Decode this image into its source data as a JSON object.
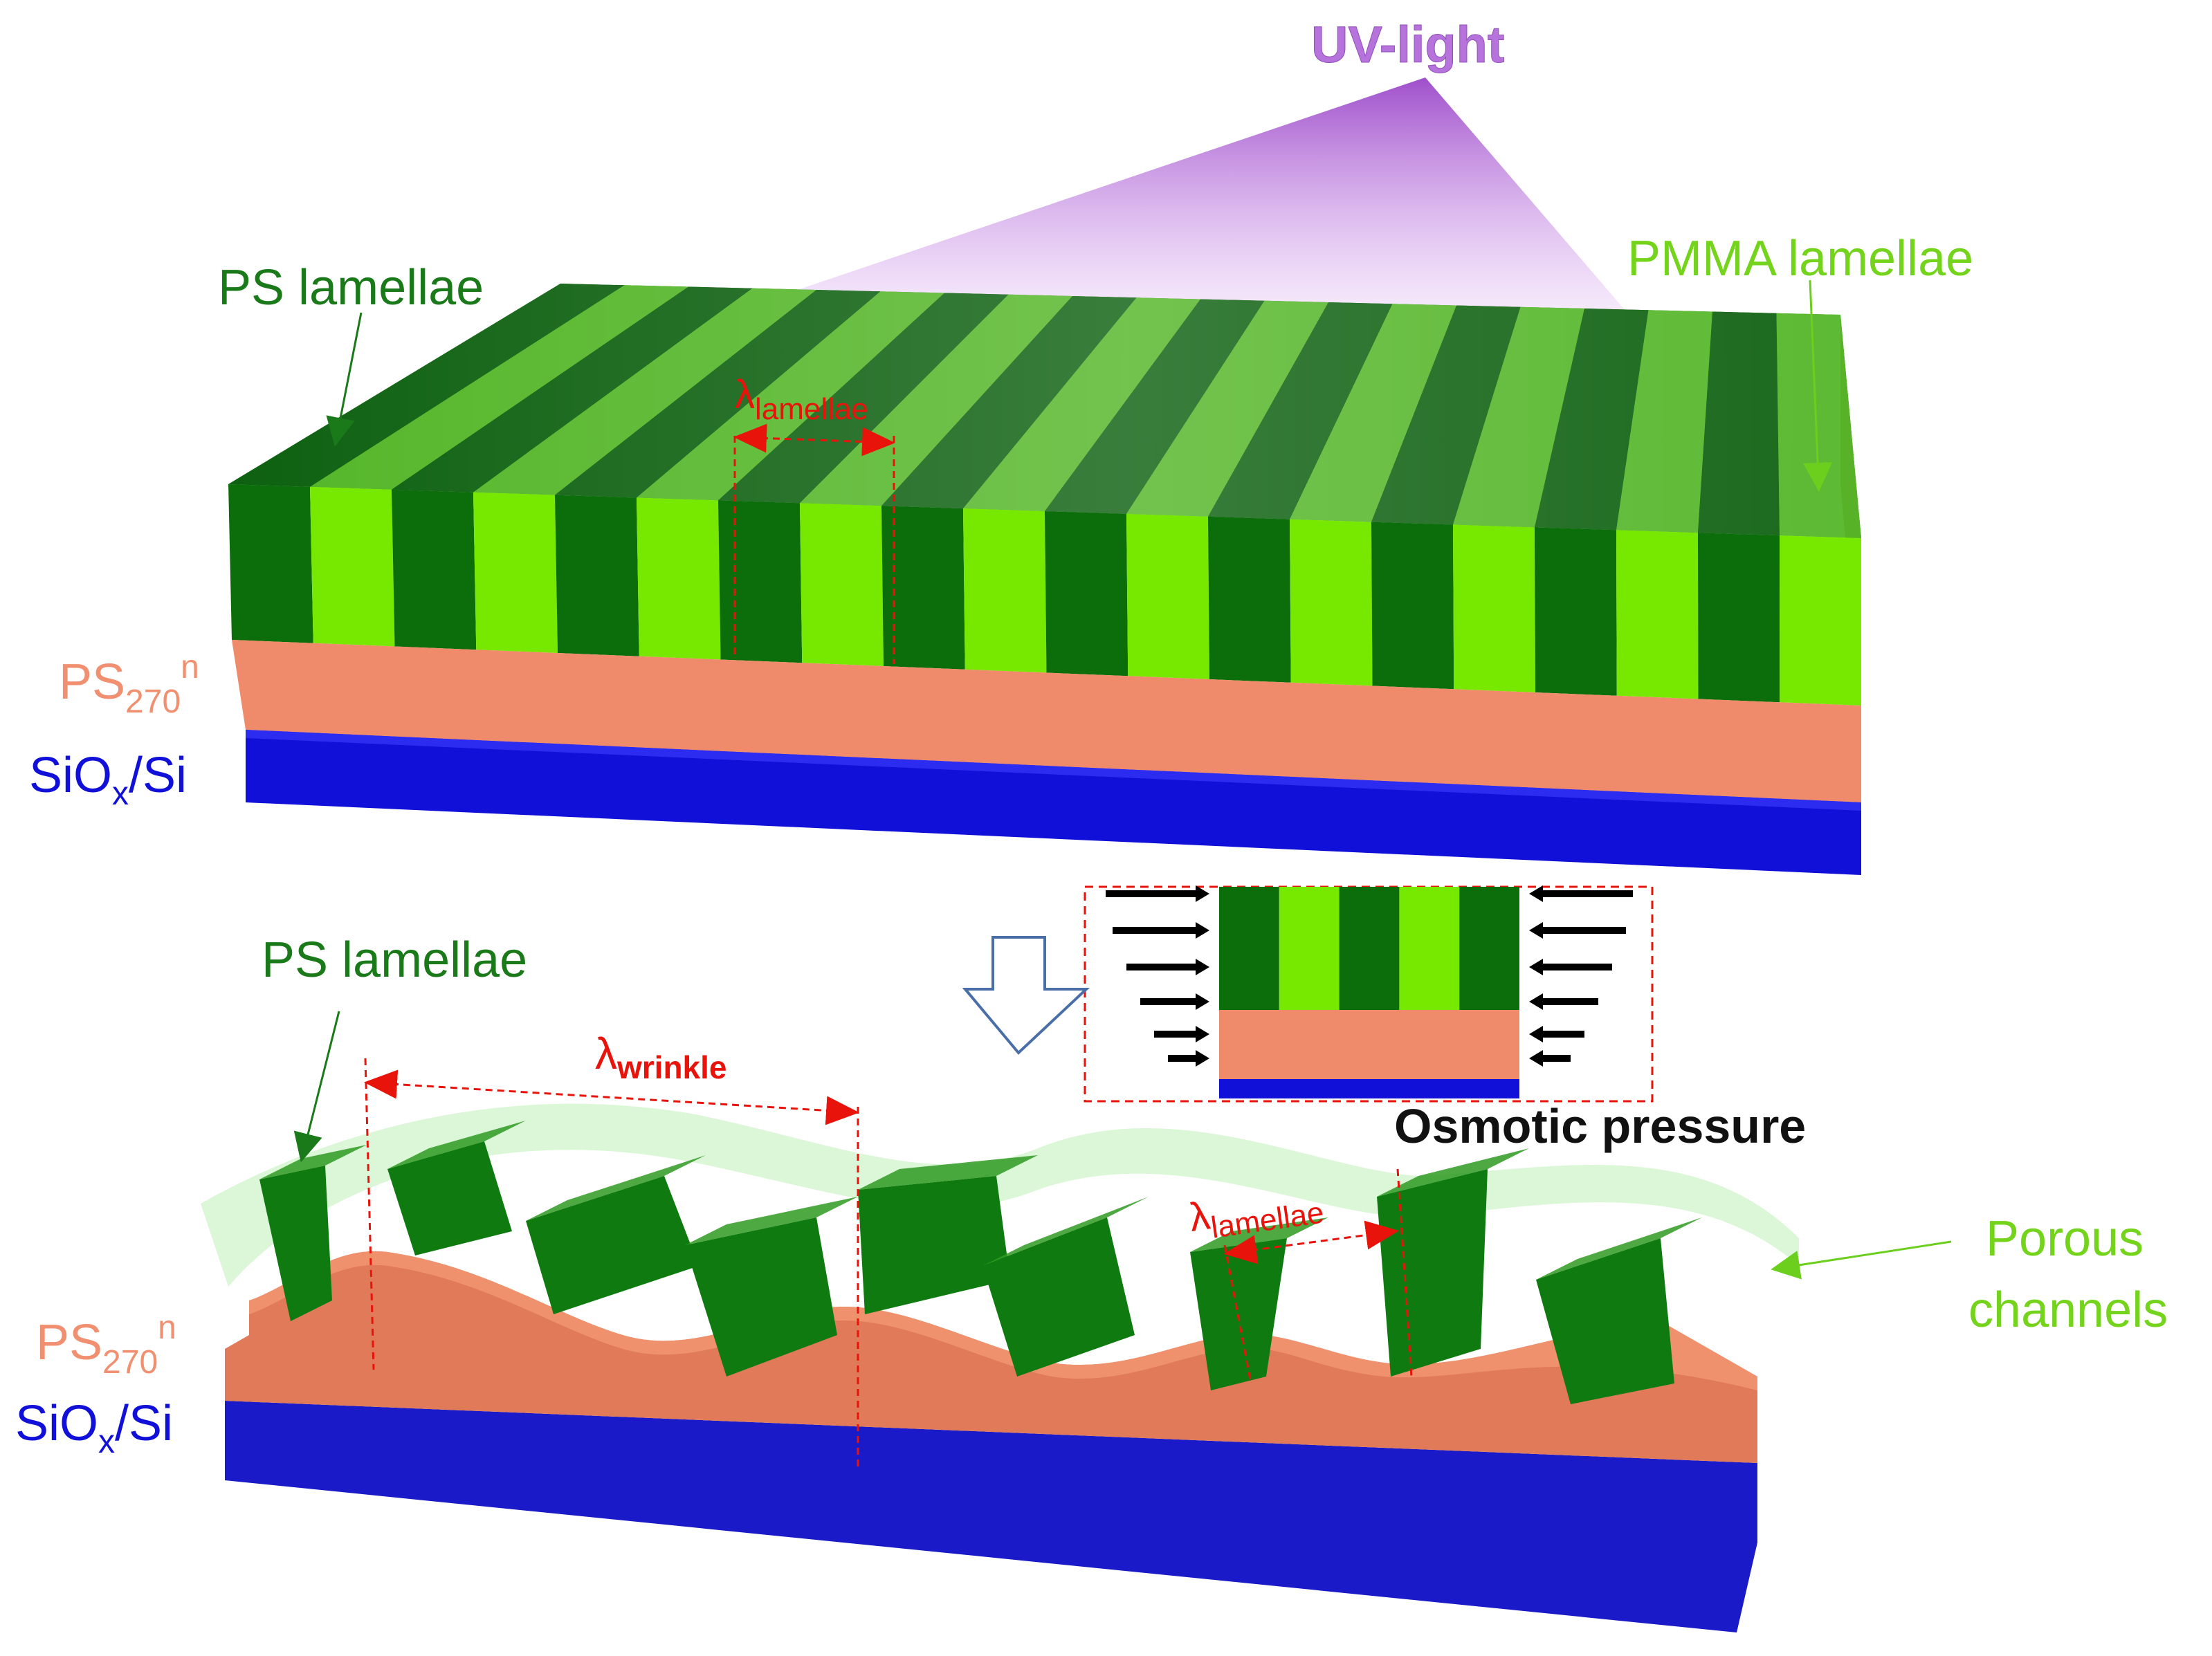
{
  "labels": {
    "uv_light": "UV-light",
    "ps_lamellae_top": "PS lamellae",
    "pmma_lamellae": "PMMA lamellae",
    "lambda_symbol": "λ",
    "lambda_lamellae_sub": "lamellae",
    "ps270_base": "PS",
    "ps270_sub": "270",
    "ps270_sup": "n",
    "sio_main": "SiO",
    "sio_sub": "x",
    "sio_tail": "/Si",
    "ps_lamellae_bottom": "PS lamellae",
    "lambda_wrinkle_sub": "wrinkle",
    "osmotic_pressure": "Osmotic pressure",
    "porous_line1": "Porous",
    "porous_line2": "channels"
  },
  "colors": {
    "dark_green": "#0b6e0b",
    "light_green": "#77e800",
    "salmon": "#ef8a6a",
    "blue": "#1010d8",
    "red": "#e8140c",
    "uv_purple": "#b070d8",
    "label_green": "#74d31b"
  }
}
